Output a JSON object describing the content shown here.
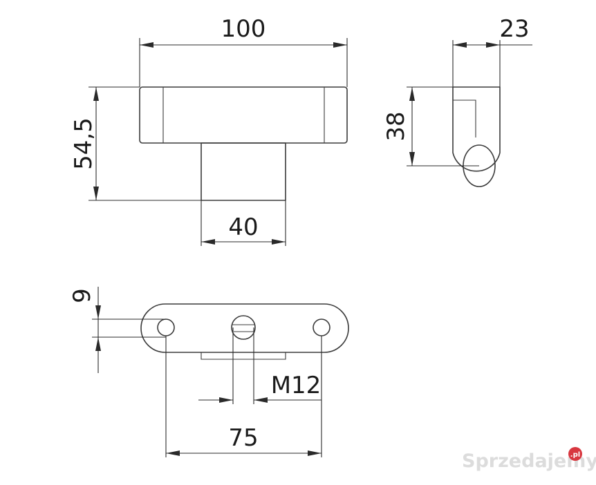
{
  "dimensions": {
    "front_width": "100",
    "side_depth": "23",
    "front_height": "54,5",
    "side_hole_height": "38",
    "stem_width": "40",
    "plate_thickness": "9",
    "thread": "M12",
    "hole_spacing": "75"
  },
  "watermark": {
    "text": "Sprzedajemy",
    "badge": ".pl"
  }
}
